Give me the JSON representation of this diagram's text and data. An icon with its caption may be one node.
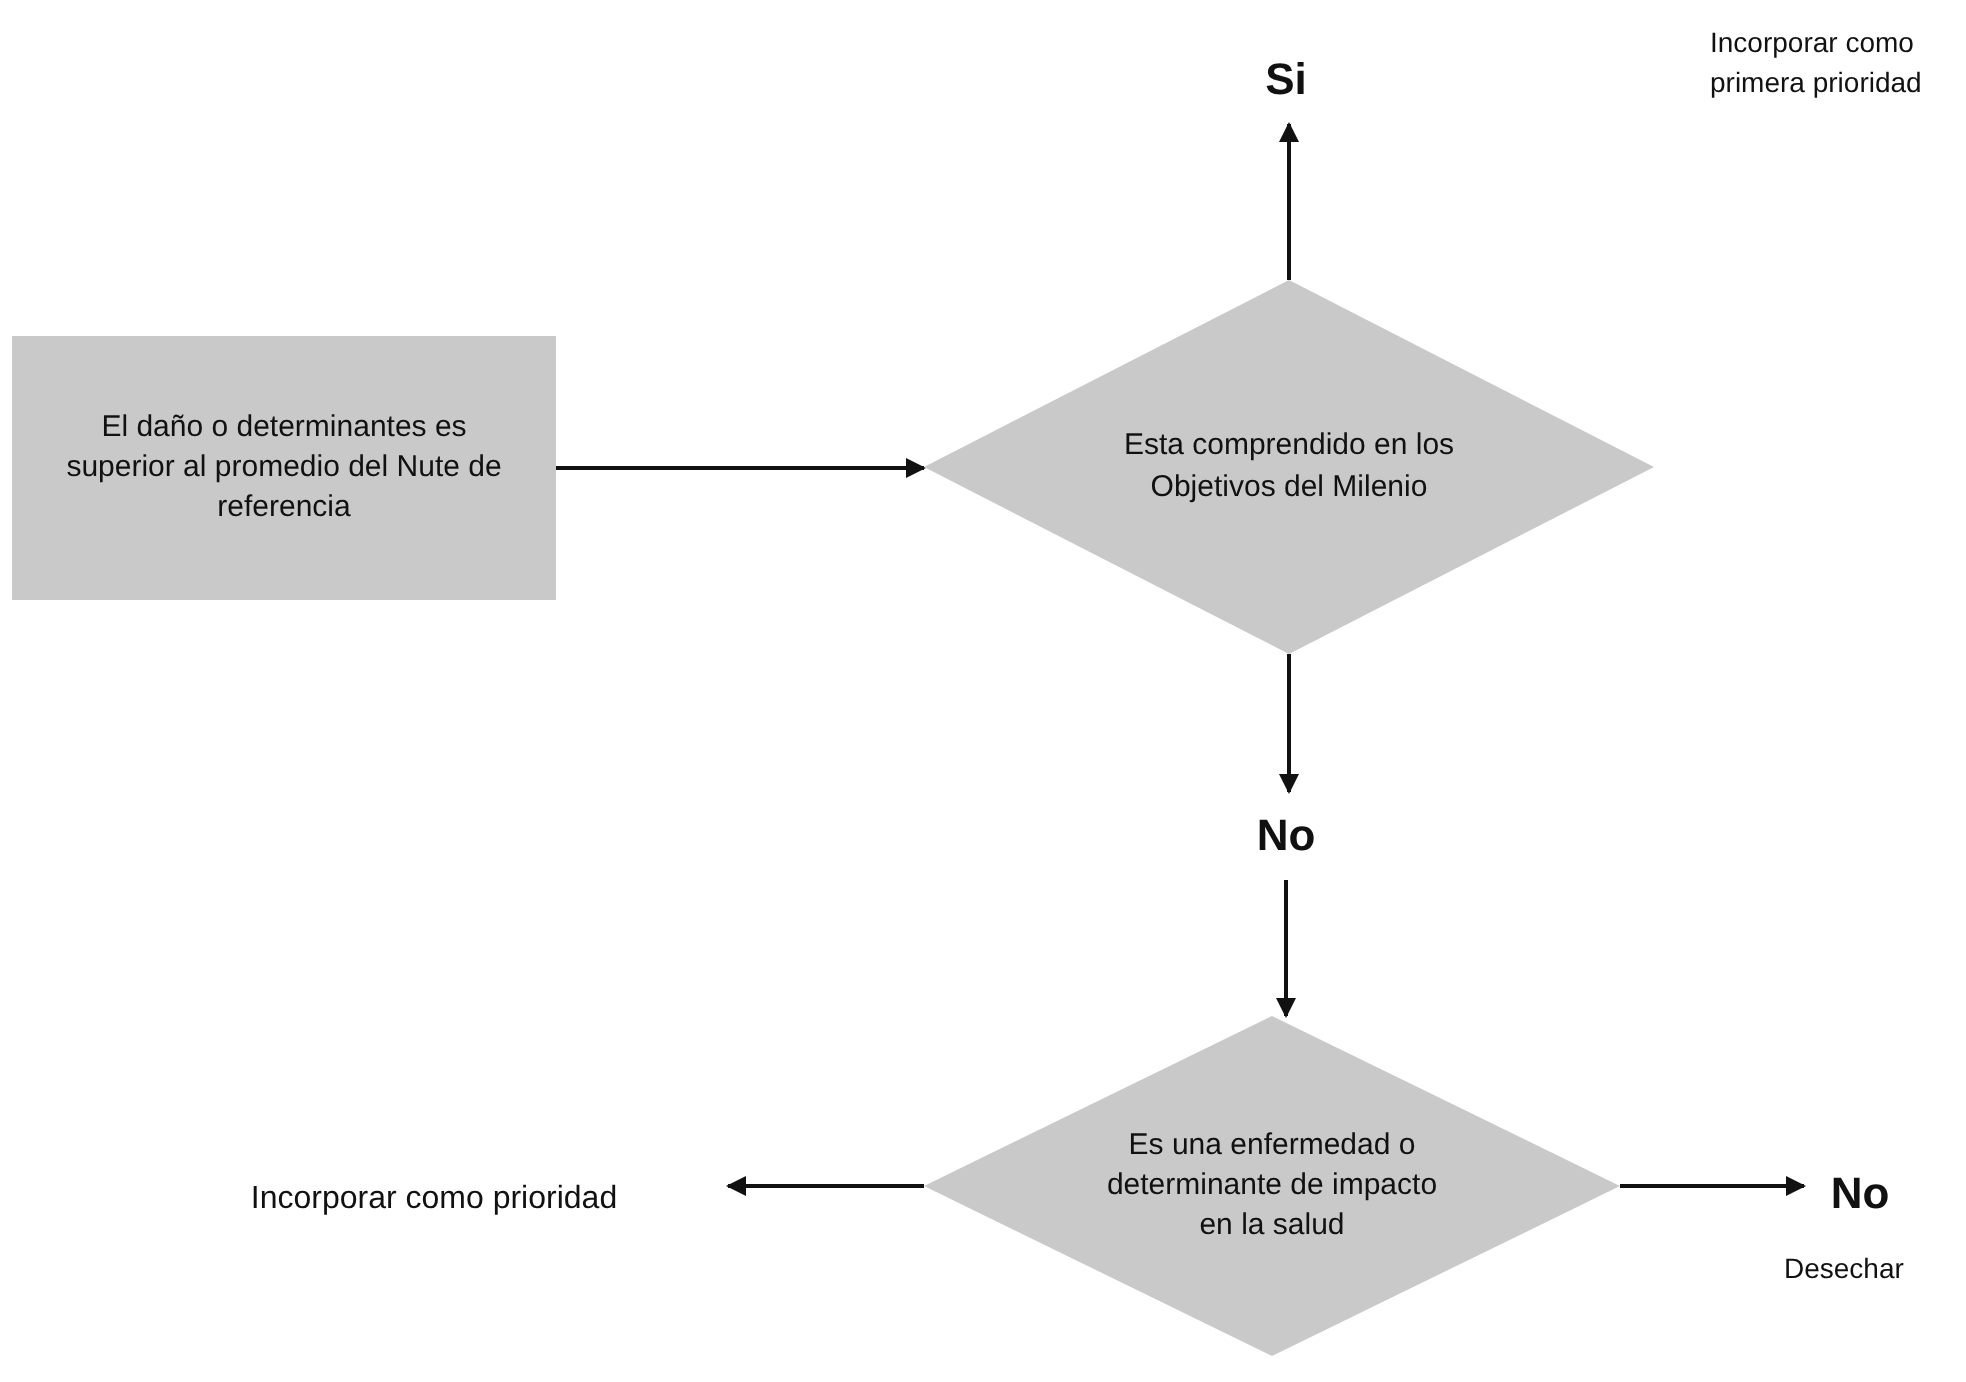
{
  "diagram": {
    "nodes": [
      {
        "text": [
          "El daño o determinantes es superior al promedio del Nute de referencia"
        ]
      },
      {
        "text": [
          "Esta comprendido en los Objetivos del Milenio"
        ]
      },
      {
        "text": [
          "Si"
        ]
      },
      {
        "text": [
          "No"
        ]
      },
      {
        "text": [
          "Es una enfermedad o determinante de impacto en la salud"
        ]
      },
      {
        "text": [
          "Incorporar como prioridad"
        ]
      },
      {
        "text": [
          "No"
        ],
        "beside": [
          "Desechar"
        ]
      }
    ],
    "edges": [
      {
        "from": 0,
        "to": 1,
        "arrow": "to"
      },
      {
        "from": 1,
        "to": 2,
        "arrow": "to"
      },
      {
        "from": 1,
        "to": 3,
        "arrow": "to"
      },
      {
        "from": 3,
        "to": 4,
        "arrow": "to"
      },
      {
        "from": 4,
        "to": 5,
        "arrow": "to"
      },
      {
        "from": 4,
        "to": 6,
        "arrow": "to"
      }
    ],
    "labels": [
      "Incorporar como primera prioridad"
    ]
  }
}
